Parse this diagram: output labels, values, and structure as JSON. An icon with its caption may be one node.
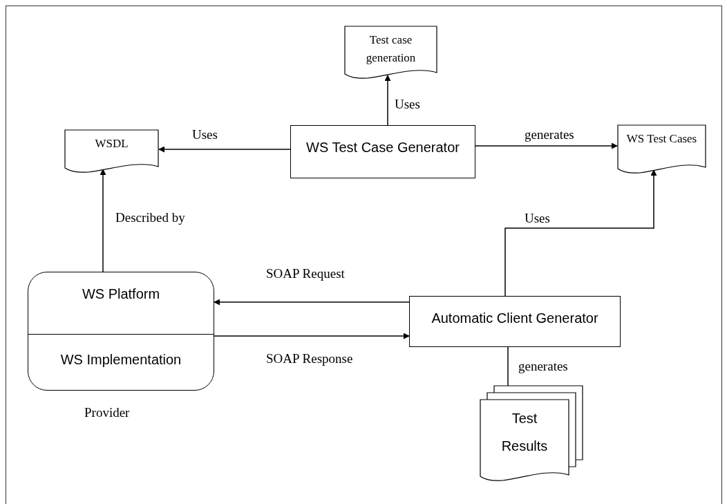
{
  "diagram": {
    "nodes": [
      {
        "text": [
          "Test case generation"
        ]
      },
      {
        "text": [
          "WSDL"
        ]
      },
      {
        "text": [
          "WS Test Case Generator"
        ]
      },
      {
        "text": [
          "WS Test Cases"
        ]
      },
      {
        "text": [
          "WS Platform",
          "WS Implementation"
        ],
        "beside": [
          "Provider"
        ]
      },
      {
        "text": [
          "Automatic Client Generator"
        ]
      },
      {
        "text": [
          "Test Results"
        ]
      }
    ],
    "edges": [
      {
        "from": 2,
        "to": 1,
        "arrow": "to",
        "label": "Uses"
      },
      {
        "from": 2,
        "to": 0,
        "arrow": "to",
        "label": "Uses"
      },
      {
        "from": 2,
        "to": 3,
        "arrow": "to",
        "label": "generates"
      },
      {
        "from": 4,
        "to": 1,
        "arrow": "to",
        "label": "Described by"
      },
      {
        "from": 5,
        "to": 3,
        "arrow": "to",
        "label": "Uses"
      },
      {
        "from": 5,
        "to": 4,
        "arrow": "to",
        "label": "SOAP Request"
      },
      {
        "from": 4,
        "to": 5,
        "arrow": "to",
        "label": "SOAP Response"
      },
      {
        "from": 5,
        "to": 6,
        "arrow": "to",
        "label": "generates"
      }
    ]
  }
}
